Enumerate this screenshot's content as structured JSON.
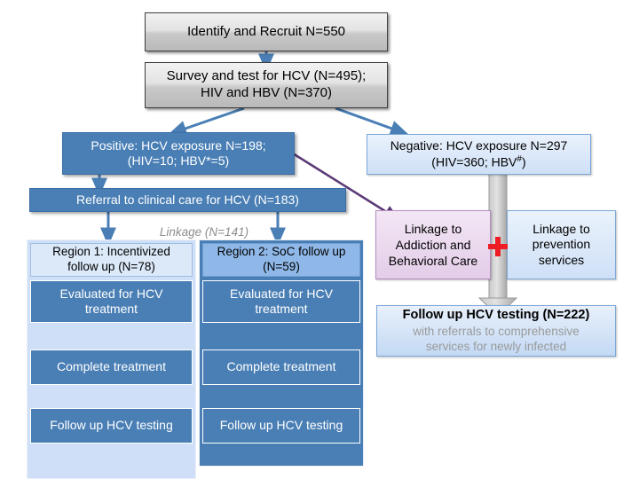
{
  "diagram": {
    "title_flow": "HCV testing and linkage-to-care cascade",
    "colors": {
      "grey_box": "#e3e3e3",
      "dark_blue": "#4a7fb5",
      "light_blue": "#cfe0f7",
      "pink": "#e3cde8",
      "column_left": "#cfdff7",
      "column_right": "#4a7fb5",
      "arrow_blue": "#4a7fb5",
      "arrow_purple": "#5b3a78",
      "arrow_grey": "#b0b0b0",
      "plus_red": "#ee1c24",
      "muted_text": "#9a9a9a"
    },
    "nodes": {
      "identify": "Identify and Recruit  N=550",
      "survey_line1": "Survey and test for HCV (N=495);",
      "survey_line2": "HIV and HBV (N=370)",
      "positive_line1": "Positive: HCV exposure N=198;",
      "positive_line2": "(HIV=10;  HBV*=5)",
      "negative_line1": "Negative: HCV exposure N=297",
      "negative_line2_pre": "(HIV=360; HBV",
      "negative_line2_sup": "#",
      "negative_line2_post": ")",
      "referral": "Referral to clinical care for HCV (N=183)",
      "linkage_label": "Linkage (N=141)",
      "region1_line1": "Region 1: Incentivized",
      "region1_line2": "follow up (N=78)",
      "region2_line1": "Region 2: SoC follow up",
      "region2_line2": "(N=59)",
      "evaluated": "Evaluated for HCV treatment",
      "complete": "Complete treatment",
      "followup_testing": "Follow up HCV testing",
      "linkage_addiction": "Linkage to Addiction and Behavioral Care",
      "linkage_prevention": "Linkage to prevention services",
      "plus_symbol": "+",
      "fu_title": "Follow up HCV testing (N=222)",
      "fu_sub1": "with referrals to comprehensive",
      "fu_sub2": "services for newly infected"
    }
  }
}
